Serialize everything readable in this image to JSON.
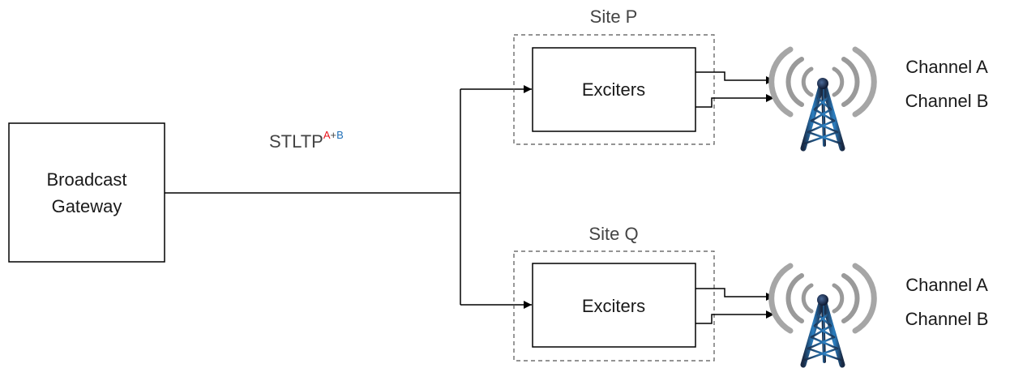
{
  "diagram": {
    "gateway": {
      "line1": "Broadcast",
      "line2": "Gateway"
    },
    "link": {
      "label": "STLTP",
      "sup_a": "A",
      "sup_plus": "+",
      "sup_b": "B"
    },
    "sites": [
      {
        "title": "Site P",
        "block_label": "Exciters"
      },
      {
        "title": "Site Q",
        "block_label": "Exciters"
      }
    ],
    "channels": [
      {
        "label": "Channel A",
        "color": "#e8141c"
      },
      {
        "label": "Channel B",
        "color": "#1f6fb8"
      }
    ],
    "colors": {
      "line": "#000000",
      "site_border": "#555555",
      "tower_dark": "#1a2a44",
      "tower_blue": "#2b7fc2",
      "wave_gray": "#9a9a9a"
    }
  }
}
